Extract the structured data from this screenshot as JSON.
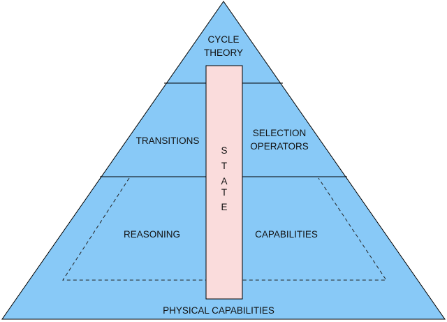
{
  "colors": {
    "pyramid_fill": "#88c9f7",
    "pyramid_stroke": "#000000",
    "state_fill": "#fadcdc",
    "text": "#111111"
  },
  "pyramid": {
    "apex": {
      "lines": [
        "CYCLE",
        "THEORY"
      ]
    },
    "middle_left": "TRANSITIONS",
    "middle_right": {
      "lines": [
        "SELECTION",
        "OPERATORS"
      ]
    },
    "lower_left": "REASONING",
    "lower_right": "CAPABILITIES",
    "base": "PHYSICAL CAPABILITIES"
  },
  "state_bar": {
    "letters": [
      "S",
      "T",
      "A",
      "T",
      "E"
    ]
  }
}
